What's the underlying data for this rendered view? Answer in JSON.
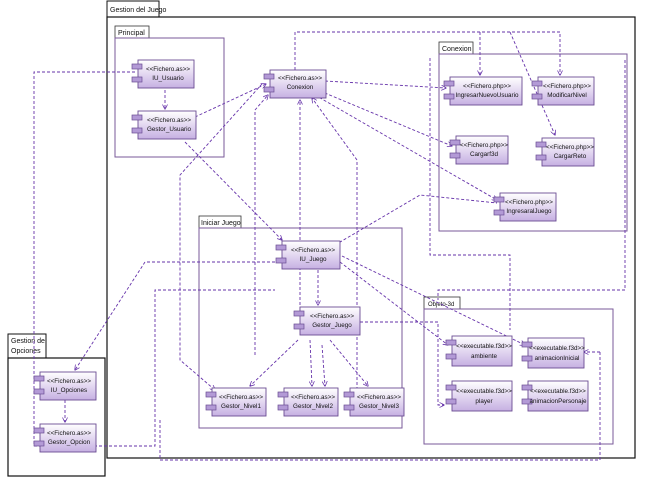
{
  "packages": {
    "gestion_juego": "Gestion del Juego",
    "principal": "Principal",
    "conexion": "Conexion",
    "iniciar_juego": "Iniciar Juego",
    "objeto_3d": "Objeto-3d",
    "gestion_opciones_line1": "Gestion de",
    "gestion_opciones_line2": "Opciones"
  },
  "components": {
    "iu_usuario": {
      "stereotype": "<<Fichero.as>>",
      "name": "IU_Usuario"
    },
    "gestor_usuario": {
      "stereotype": "<<Fichero.as>>",
      "name": "Gestor_Usuario"
    },
    "conexion": {
      "stereotype": "<<Fichero.as>>",
      "name": "Conexion"
    },
    "ingresar_nuevo_usuario": {
      "stereotype": "<<Fichero.php>>",
      "name": "IngresarNuevoUsuario"
    },
    "modificar_nivel": {
      "stereotype": "<<Fichero.php>>",
      "name": "ModificarNivel"
    },
    "cargar_f3d": {
      "stereotype": "<<Fichero.php>>",
      "name": "Cargarf3d"
    },
    "cargar_reto": {
      "stereotype": "<<Fichero.php>>",
      "name": "CargarReto"
    },
    "ingresar_al_juego": {
      "stereotype": "<<Fichero.php>>",
      "name": "IngresaralJuego"
    },
    "iu_juego": {
      "stereotype": "<<Fichero.as>>",
      "name": "IU_Juego"
    },
    "gestor_juego": {
      "stereotype": "<<Fichero.as>>",
      "name": "Gestor_Juego"
    },
    "gestor_nivel1": {
      "stereotype": "<<Fichero.as>>",
      "name": "Gestor_Nivel1"
    },
    "gestor_nivel2": {
      "stereotype": "<<Fichero.as>>",
      "name": "Gestor_Nivel2"
    },
    "gestor_nivel3": {
      "stereotype": "<<Fichero.as>>",
      "name": "Gestor_Nivel3"
    },
    "ambiente": {
      "stereotype": "<<executable.f3d>>",
      "name": "ambiente"
    },
    "animacion_inicial": {
      "stereotype": "<<executable.f3d>>",
      "name": "animacionInicial"
    },
    "player": {
      "stereotype": "<<executable.f3d>>",
      "name": "player"
    },
    "animacion_personaje": {
      "stereotype": "<<executable.f3d>>",
      "name": "animacionPersonaje"
    },
    "iu_opciones": {
      "stereotype": "<<Fichero.as>>",
      "name": "IU_Opciones"
    },
    "gestor_opcion": {
      "stereotype": "<<Fichero.as>>",
      "name": "Gestor_Opcion"
    }
  },
  "colors": {
    "component_fill_top": "#ffffff",
    "component_fill_bottom": "#c6b0e2",
    "component_border": "#6a4c93",
    "dependency": "#6633aa",
    "package_border": "#111111"
  }
}
